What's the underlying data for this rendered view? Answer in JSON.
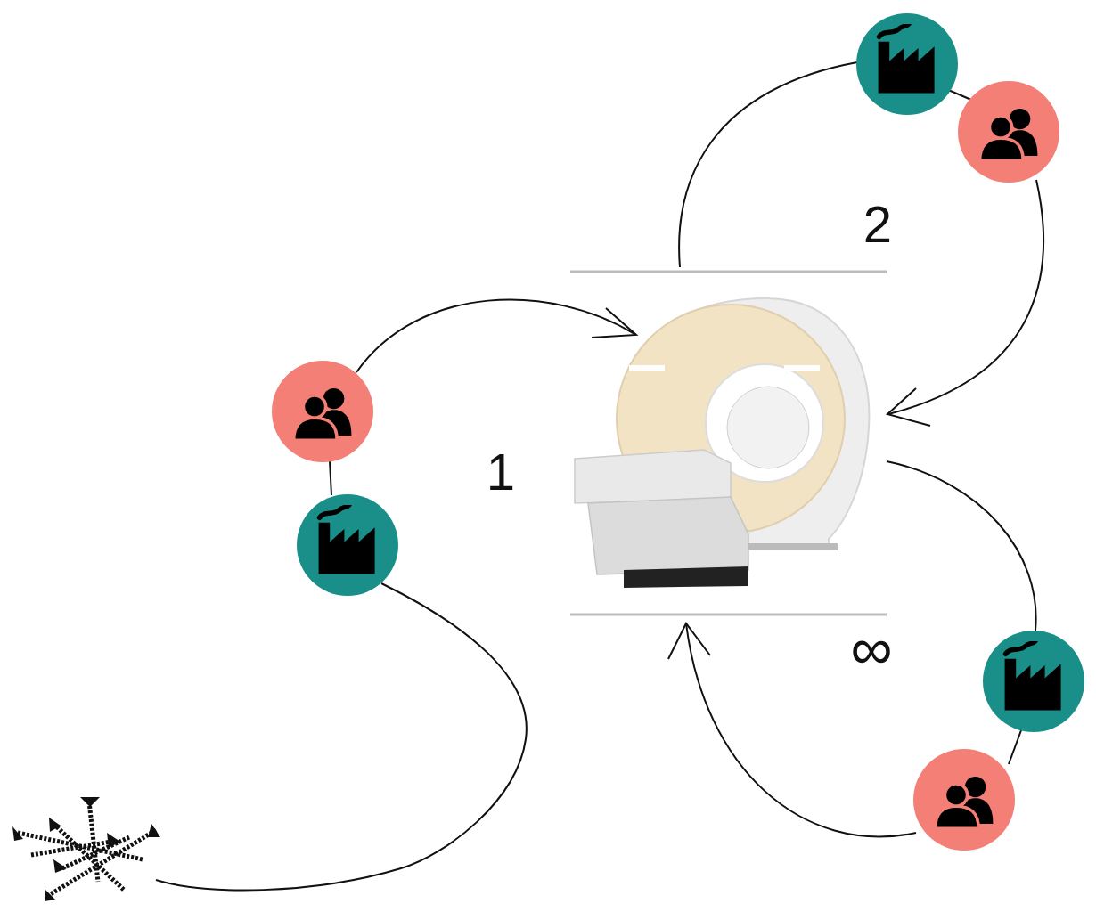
{
  "diagram": {
    "labels": [
      "2",
      "1",
      "∞"
    ]
  }
}
